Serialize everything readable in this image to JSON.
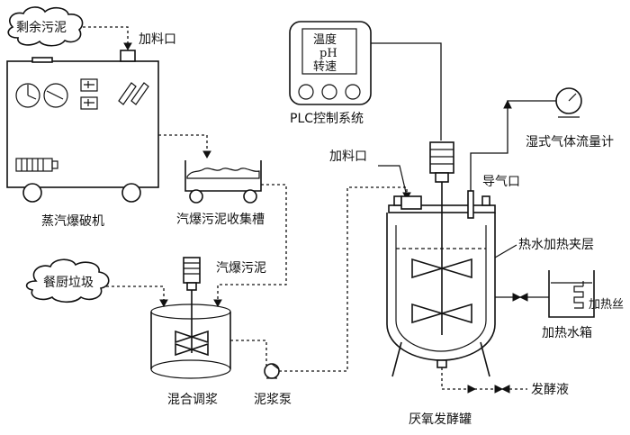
{
  "labels": {
    "remaining_sludge": "剩余污泥",
    "feed_port_top": "加料口",
    "steam_explosion_machine": "蒸汽爆破机",
    "exploded_sludge_tank": "汽爆污泥收集槽",
    "exploded_sludge": "汽爆污泥",
    "kitchen_waste": "餐厨垃圾",
    "mixing_slurry": "混合调浆",
    "sludge_pump": "泥浆泵",
    "plc_temp": "温度",
    "plc_ph": "pH",
    "plc_speed": "转速",
    "plc_system": "PLC控制系统",
    "feed_port_reactor": "加料口",
    "gas_outlet": "导气口",
    "wet_gas_meter": "湿式气体流量计",
    "hot_water_jacket": "热水加热夹层",
    "heating_wire": "加热丝",
    "heating_tank": "加热水箱",
    "fermentation_liquid": "发酵液",
    "anaerobic_tank": "厌氧发酵罐"
  },
  "colors": {
    "line": "#111111",
    "background": "#ffffff"
  }
}
